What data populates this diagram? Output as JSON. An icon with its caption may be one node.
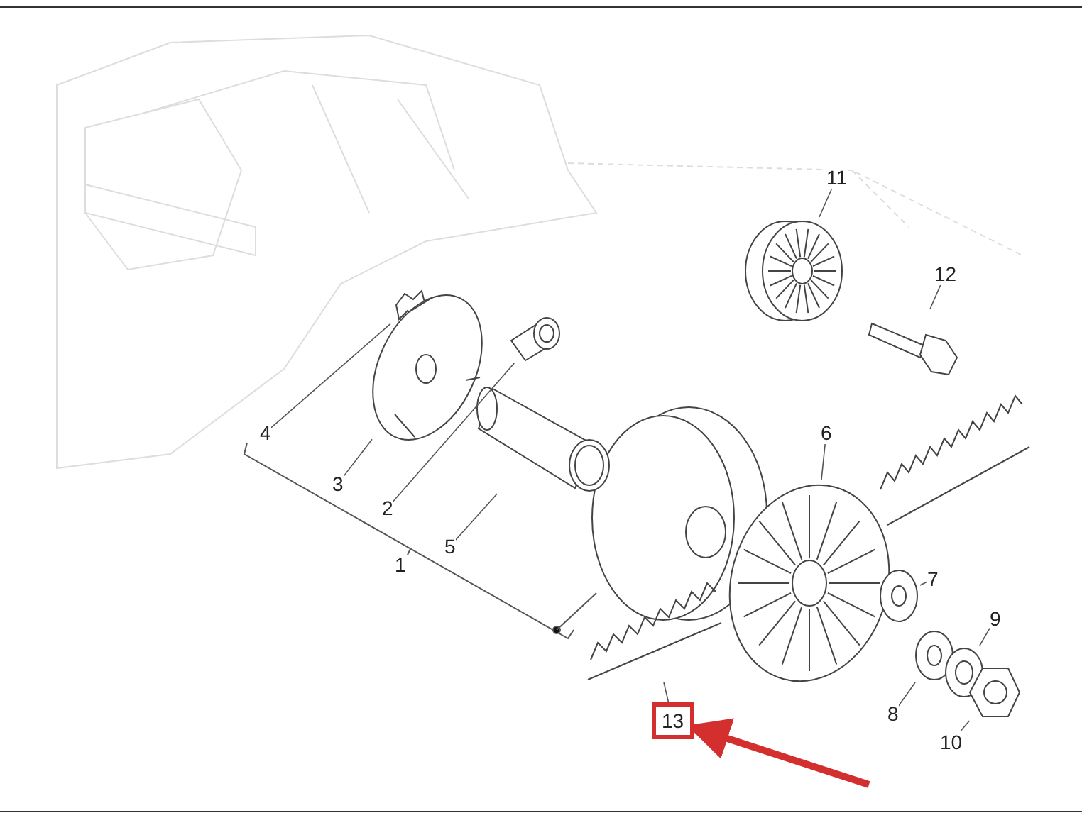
{
  "diagram": {
    "nodes": [
      {
        "text": [
          "4"
        ]
      },
      {
        "text": [],
        "shape": "picture"
      },
      {
        "text": [
          "3"
        ]
      },
      {
        "text": [],
        "shape": "picture"
      },
      {
        "text": [
          "2"
        ]
      },
      {
        "text": [],
        "shape": "picture"
      },
      {
        "text": [
          "5"
        ]
      },
      {
        "text": [],
        "shape": "picture"
      },
      {
        "text": [
          "6"
        ]
      },
      {
        "text": [],
        "shape": "picture"
      },
      {
        "text": [
          "7"
        ]
      },
      {
        "text": [],
        "shape": "picture"
      },
      {
        "text": [
          "8"
        ]
      },
      {
        "text": [],
        "shape": "picture"
      },
      {
        "text": [
          "9"
        ]
      },
      {
        "text": [],
        "shape": "picture"
      },
      {
        "text": [
          "10"
        ]
      },
      {
        "text": [],
        "shape": "picture"
      },
      {
        "text": [
          "11"
        ]
      },
      {
        "text": [],
        "shape": "picture"
      },
      {
        "text": [
          "12"
        ]
      },
      {
        "text": [],
        "shape": "picture"
      },
      {
        "text": [
          "13"
        ]
      },
      {
        "text": [],
        "shape": "picture"
      }
    ],
    "edges": [
      {
        "from": 0,
        "to": 1,
        "arrow": "none"
      },
      {
        "from": 2,
        "to": 3,
        "arrow": "none"
      },
      {
        "from": 4,
        "to": 5,
        "arrow": "none"
      },
      {
        "from": 6,
        "to": 7,
        "arrow": "none"
      },
      {
        "from": 8,
        "to": 9,
        "arrow": "none"
      },
      {
        "from": 10,
        "to": 11,
        "arrow": "none"
      },
      {
        "from": 12,
        "to": 13,
        "arrow": "none"
      },
      {
        "from": 14,
        "to": 15,
        "arrow": "none"
      },
      {
        "from": 16,
        "to": 17,
        "arrow": "none"
      },
      {
        "from": 18,
        "to": 19,
        "arrow": "none"
      },
      {
        "from": 20,
        "to": 21,
        "arrow": "none"
      },
      {
        "from": 22,
        "to": 23,
        "arrow": "none"
      },
      {
        "from": null,
        "to": 22,
        "arrow": "to",
        "style": "thick",
        "color": "#d32f2f"
      }
    ],
    "labels": [
      "1"
    ]
  }
}
